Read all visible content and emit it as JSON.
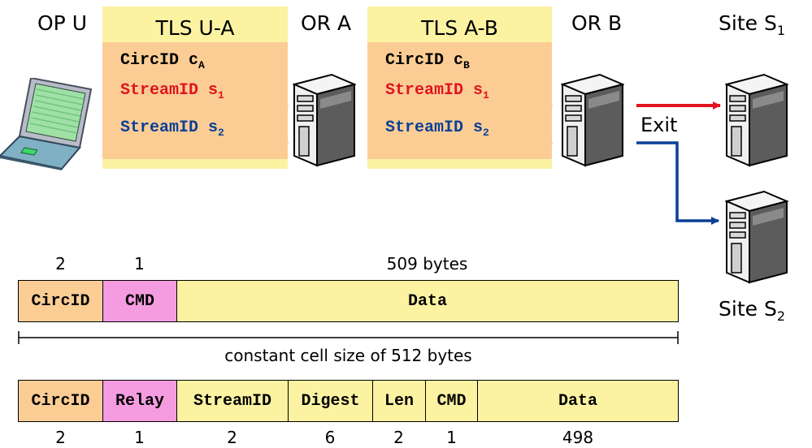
{
  "nodes": {
    "op_u": "OP U",
    "or_a": "OR A",
    "or_b": "OR B",
    "site_s1": {
      "text": "Site S",
      "sub": "1"
    },
    "site_s2": {
      "text": "Site S",
      "sub": "2"
    }
  },
  "tls_ua": {
    "title": "TLS U-A",
    "circ": {
      "text": "CircID c",
      "sub": "A"
    },
    "stream1": {
      "text": "StreamID s",
      "sub": "1"
    },
    "stream2": {
      "text": "StreamID s",
      "sub": "2"
    }
  },
  "tls_ab": {
    "title": "TLS A-B",
    "circ": {
      "text": "CircID c",
      "sub": "B"
    },
    "stream1": {
      "text": "StreamID s",
      "sub": "1"
    },
    "stream2": {
      "text": "StreamID s",
      "sub": "2"
    }
  },
  "exit_label": "Exit",
  "control_cell": {
    "sizes": [
      "2",
      "1",
      "509 bytes"
    ],
    "fields": [
      "CircID",
      "CMD",
      "Data"
    ]
  },
  "cell_size_caption": "constant cell size of 512 bytes",
  "relay_cell": {
    "fields": [
      "CircID",
      "Relay",
      "StreamID",
      "Digest",
      "Len",
      "CMD",
      "Data"
    ],
    "sizes": [
      "2",
      "1",
      "2",
      "6",
      "2",
      "1",
      "498"
    ]
  },
  "colors": {
    "circ_field": "#fbcd95",
    "cmd_field": "#f59ce0",
    "data_field": "#fbf2a2",
    "stream1": "#e0141e",
    "stream2": "#0b3f97"
  }
}
